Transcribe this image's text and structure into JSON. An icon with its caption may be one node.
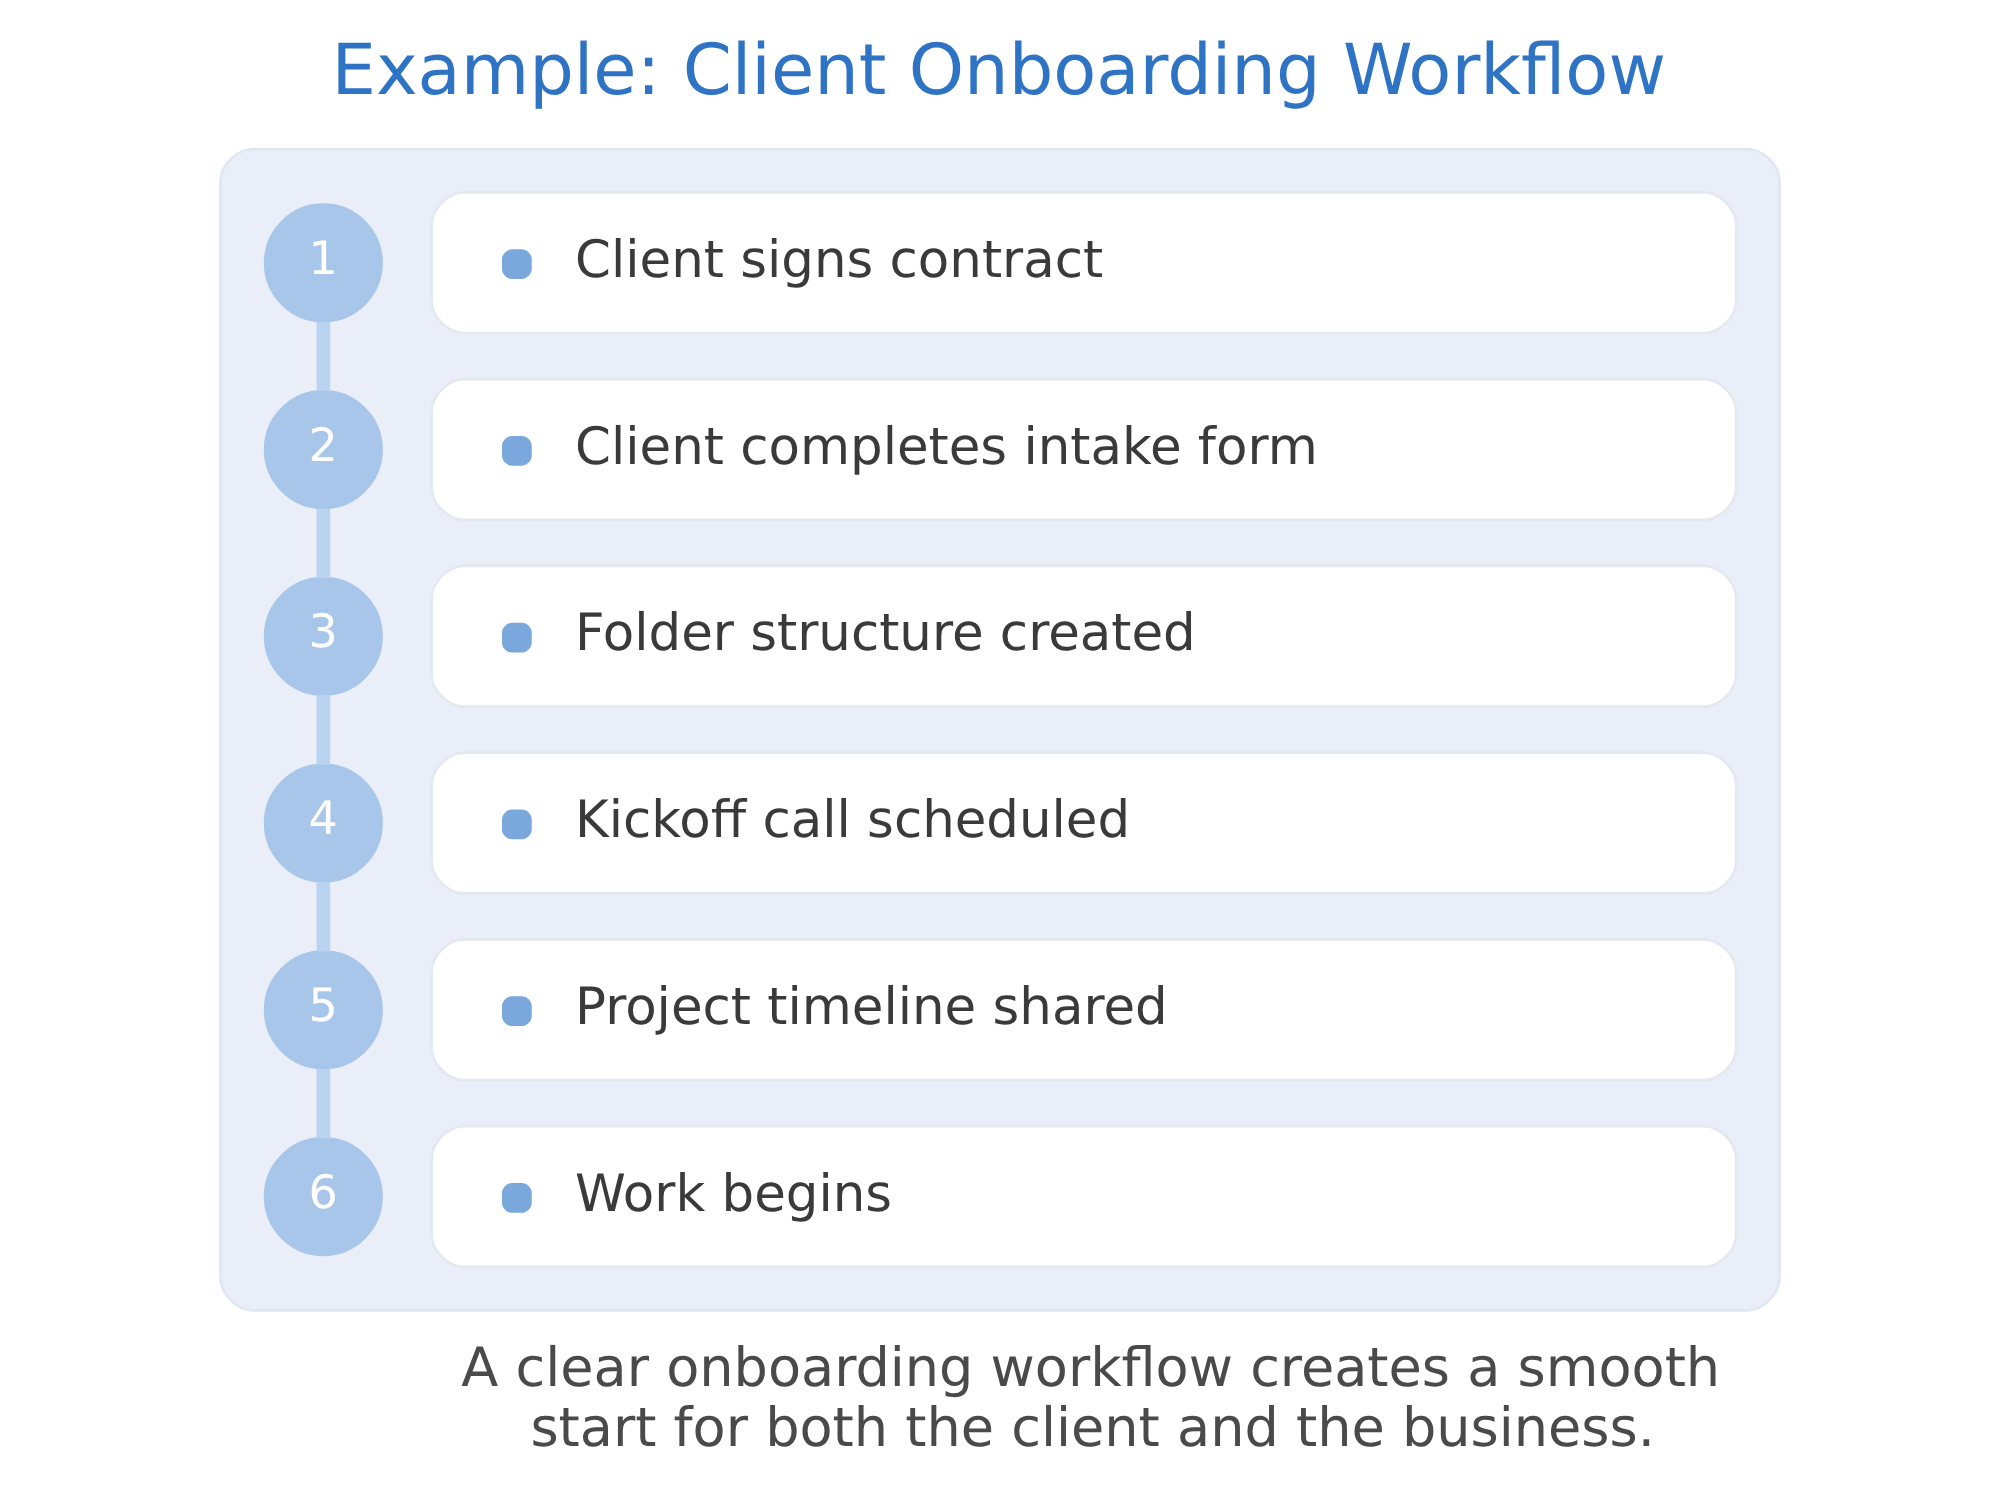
{
  "diagram": {
    "title": "Example: Client Onboarding Workflow",
    "caption": "A clear onboarding workflow creates a smooth start for both the client and the business.",
    "nodes": [
      {
        "text": [],
        "shape": "box"
      },
      {
        "text": [
          "1"
        ],
        "in": 0
      },
      {
        "text": [
          "Client signs contract"
        ],
        "in": 0
      },
      {
        "text": [
          "2"
        ],
        "in": 0
      },
      {
        "text": [
          "Client completes intake form"
        ],
        "in": 0
      },
      {
        "text": [
          "3"
        ],
        "in": 0
      },
      {
        "text": [
          "Folder structure created"
        ],
        "in": 0
      },
      {
        "text": [
          "4"
        ],
        "in": 0
      },
      {
        "text": [
          "Kickoff call scheduled"
        ],
        "in": 0
      },
      {
        "text": [
          "5"
        ],
        "in": 0
      },
      {
        "text": [
          "Project timeline shared"
        ],
        "in": 0
      },
      {
        "text": [
          "6"
        ],
        "in": 0
      },
      {
        "text": [
          "Work begins"
        ],
        "in": 0
      }
    ],
    "edges": [
      {
        "from": 1,
        "to": 3,
        "arrow": "none"
      },
      {
        "from": 3,
        "to": 5,
        "arrow": "none"
      },
      {
        "from": 5,
        "to": 7,
        "arrow": "none"
      },
      {
        "from": 7,
        "to": 9,
        "arrow": "none"
      },
      {
        "from": 9,
        "to": 11,
        "arrow": "none"
      }
    ]
  }
}
